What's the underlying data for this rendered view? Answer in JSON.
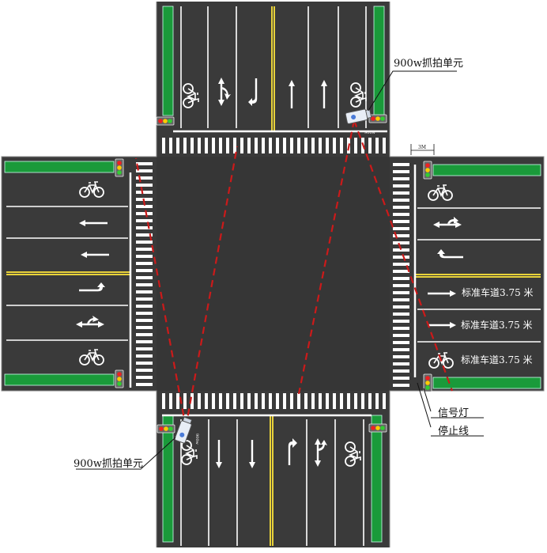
{
  "labels": {
    "camera_top": "900w抓拍单元",
    "camera_bottom": "900w抓拍单元",
    "lane_standard": [
      "标准车道3.75 米",
      "标准车道3.75 米",
      "标准车道3.75 米"
    ],
    "signal_light": "信号灯",
    "stop_line": "停止线",
    "width_marker": "3M",
    "camera_tag": "900w"
  },
  "colors": {
    "road": "#3a3a3a",
    "green_belt": "#1a9a3a",
    "yellow_line": "#e8d23a",
    "white_marking": "#ffffff",
    "sight_line": "#cc1a1a",
    "background": "#ffffff"
  },
  "icons": [
    "bicycle-icon",
    "traffic-light-icon",
    "camera-icon",
    "arrow-icon"
  ]
}
